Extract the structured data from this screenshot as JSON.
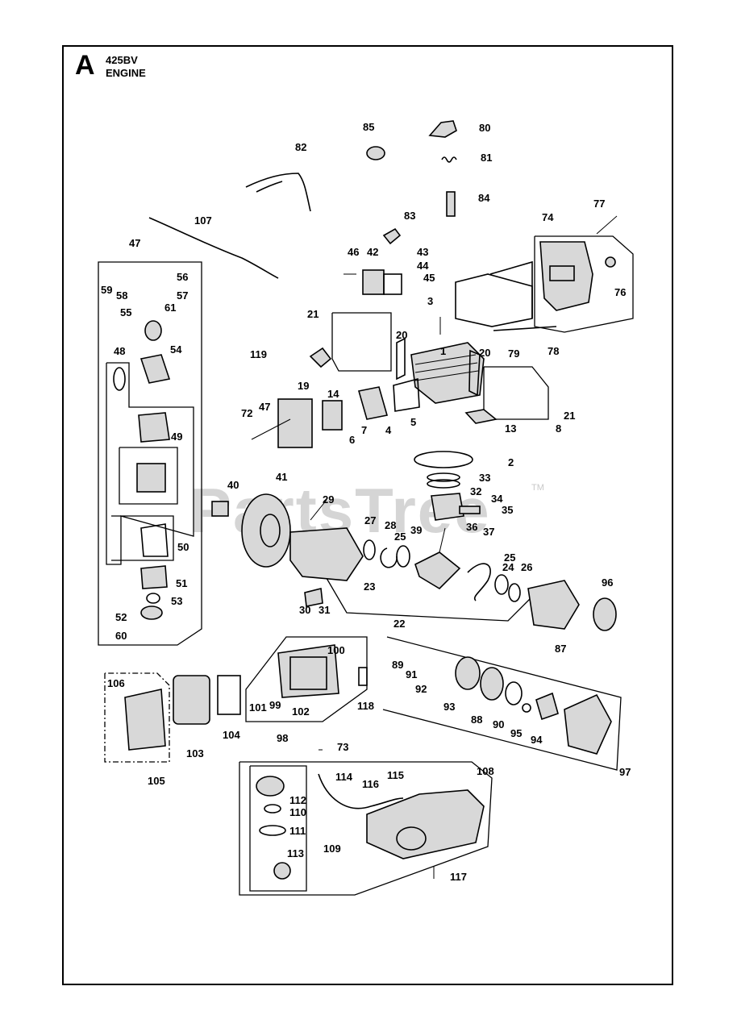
{
  "header": {
    "section_letter": "A",
    "model": "425BV",
    "title": "ENGINE"
  },
  "watermark": {
    "text": "PartsTree",
    "tm": "TM"
  },
  "callouts": [
    "1",
    "2",
    "3",
    "4",
    "5",
    "6",
    "7",
    "8",
    "13",
    "14",
    "19",
    "20",
    "20",
    "21",
    "21",
    "22",
    "23",
    "24",
    "25",
    "25",
    "26",
    "27",
    "28",
    "29",
    "30",
    "31",
    "32",
    "33",
    "34",
    "35",
    "36",
    "37",
    "39",
    "40",
    "41",
    "42",
    "43",
    "44",
    "45",
    "46",
    "47",
    "47",
    "48",
    "49",
    "50",
    "51",
    "52",
    "53",
    "54",
    "55",
    "56",
    "57",
    "58",
    "59",
    "60",
    "61",
    "72",
    "73",
    "74",
    "76",
    "77",
    "78",
    "79",
    "80",
    "81",
    "82",
    "83",
    "84",
    "85",
    "87",
    "88",
    "89",
    "90",
    "91",
    "92",
    "93",
    "94",
    "95",
    "96",
    "97",
    "98",
    "99",
    "100",
    "101",
    "102",
    "103",
    "104",
    "105",
    "106",
    "107",
    "108",
    "109",
    "110",
    "111",
    "112",
    "113",
    "114",
    "115",
    "116",
    "117",
    "118",
    "119"
  ]
}
